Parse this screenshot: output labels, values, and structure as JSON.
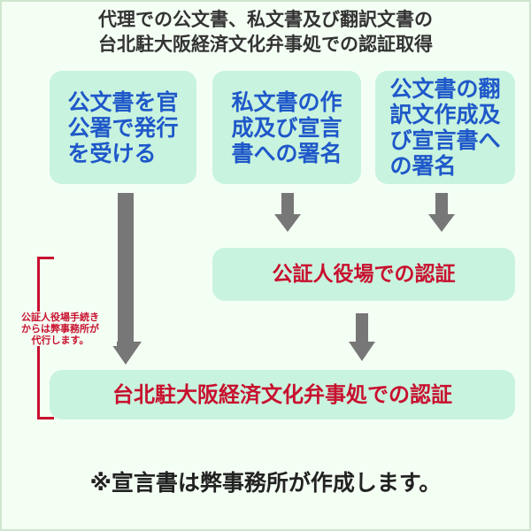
{
  "title": {
    "line1": "代理での公文書、私文書及び翻訳文書の",
    "line2": "台北駐大阪経済文化弁事処での認証取得"
  },
  "boxes": {
    "public_doc": "公文書を官\n公署で発行\nを受ける",
    "private_doc": "私文書の作\n成及び宣言\n書への署名",
    "translation_doc": "公文書の翻\n訳文作成及\nび宣言書へ\nの署名",
    "notary": "公証人役場での認証",
    "taipei_office": "台北駐大阪経済文化弁事処での認証"
  },
  "side_note": "公証人役場手続き\nからは弊事務所が\n代行します。",
  "footer": "※宣言書は弊事務所が作成します。",
  "colors": {
    "box_fill": "#c8f3df",
    "blue_text": "#1f58c9",
    "red_text": "#c8102e",
    "arrow_gray": "#777777",
    "background": "#f4fff4"
  }
}
